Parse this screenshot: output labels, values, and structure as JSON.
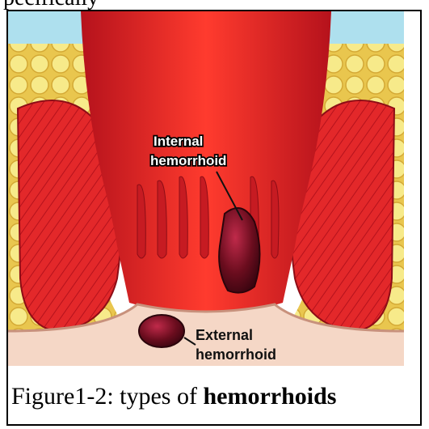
{
  "header": {
    "fragment": "pecifically"
  },
  "figure": {
    "label_internal_line1": "Internal",
    "label_internal_line2": "hemorrhoid",
    "label_external_line1": "External",
    "label_external_line2": "hemorrhoid",
    "caption_prefix": "Figure1-2: types of ",
    "caption_bold": "hemorrhoids"
  },
  "colors": {
    "tissue_red": "#e0302a",
    "muscle_red": "#d61f22",
    "fat_yellow": "#f3e27a",
    "sky_blue": "#aee0ee",
    "hemorrhoid_purple": "#6b0d1e"
  }
}
